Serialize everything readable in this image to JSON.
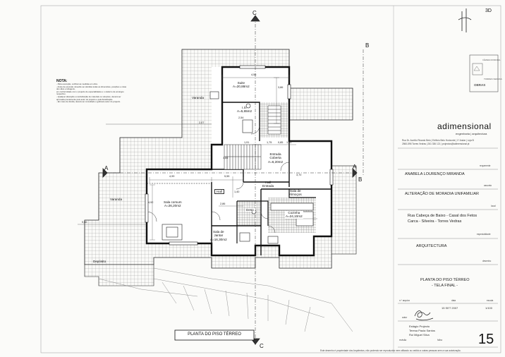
{
  "sheet": {
    "plan_title": "PLANTA DO PISO TÉRREO",
    "sheet_number": "15",
    "corner_mark": "3D",
    "section_labels": [
      "C",
      "C",
      "A",
      "A",
      "B",
      "B"
    ],
    "footer_text": "Este desenho é propriedade dos Arquitectos, não podendo ser reproduzido nem utilizado ou cedido a outras pessoas sem a sua autorização."
  },
  "note": {
    "title": "NOTA:",
    "lines": [
      "- Para execução, verificar as medidas em obra.",
      "- Antes de executar, deverão ser aferidas todas as dimensões, posições e cotas dos vãos e tubagens,",
      "  em conformidade com o projecto de especialidades e o caderno de encargos respectivo.",
      "- Qualquer alteração ou substituição de materiais ou soluções, deverá ser",
      "  aprovada previamente pelo autor do projecto e pela fiscalização.",
      "- Em caso de dúvida, deverá ser consultado o gabinete autor do projecto."
    ]
  },
  "rooms": {
    "suite": "Suite",
    "suite_area": "A=20,88m2",
    "wc": "I.S.",
    "wc_area": "A=5,65m2",
    "varanda_top": "Varanda",
    "varanda_left": "Varanda",
    "entrada": "Entrada",
    "entrada_sub": "Coberta",
    "entrada_area": "A=6,20m2",
    "hall": "Hall",
    "hall2": "Hall",
    "hall2_sub": "Entrada",
    "sala_comum": "Sala comum",
    "sala_comum_area": "A=26,20m2",
    "sala_jantar": "Sala de",
    "sala_jantar_sub": "Jantar",
    "sala_jantar_area": "A=16,30m2",
    "despensa": "Desp.",
    "sala_almocos": "Sala de",
    "sala_almocos_sub": "Almoços",
    "cozinha": "Cozinha",
    "cozinha_area": "A=24,10m2",
    "deposito": "Depósito"
  },
  "dimensions": {
    "d_top": "4,56",
    "d_wc_h": "3,86",
    "d_wc_w": "2,54",
    "d_left_top": "2,07",
    "d_sala_w": "4,99",
    "d_hall_w": "5,55",
    "d_sala_h": "4,92",
    "d_hall_h": "2,90",
    "d_jantar": "2,86",
    "d_left": "0,60",
    "d_stairs": "3,66",
    "d_row1": "1,75",
    "d_row2": "0,85",
    "d_row3": "1,20",
    "d_row4": "1,91",
    "d_cozinha": "3,70",
    "d_mid": "1,40"
  },
  "title_block": {
    "company": "adimensional",
    "company_tagline": "engenharia | arquitectura",
    "company_address": "Rua Dr. Aurélio Ricardo Belo | Edifício Belo Horizonte | 1º Andar | Loja B",
    "company_contacts": "2560-596 Torres Vedras | 261 336 121 | projectos@adimensional.pt",
    "requerente_label": "requerente",
    "requerente": "ANABELA LOURENÇO MIRANDA",
    "assunto_label": "assunto",
    "assunto": "ALTERAÇÃO DE MORADIA UNIFAMILIAR",
    "local_label": "local",
    "local_line1": "Rua  Cabeça de Baixo - Casal dos Fetos",
    "local_line2": "Carca - Silveira - Torres Vedras",
    "especialidade_label": "especialidade",
    "especialidade": "ARQUITECTURA",
    "desenho_label": "desenho",
    "desenho_line1": "PLANTA DO PISO TÉRREO",
    "desenho_line2": "- TELA FINAL -",
    "arquivo_label": "n.º arquivo",
    "data_label": "data",
    "escala_label": "escala",
    "data": "15 SET 2007",
    "escala": "1/100",
    "autor_label": "autor",
    "autor_role": "Estágio Projecto",
    "autor_name1": "Teresa Paula Santos",
    "autor_name2": "Rui Miguel Silva",
    "revisao_label": "revisão",
    "folha_label": "folha",
    "folha": "15"
  },
  "stamp": {
    "text_top": "CÂMARA MUNICIPAL",
    "text_mid": "TORRES VEDRAS",
    "text_bot": "OBRAS"
  }
}
